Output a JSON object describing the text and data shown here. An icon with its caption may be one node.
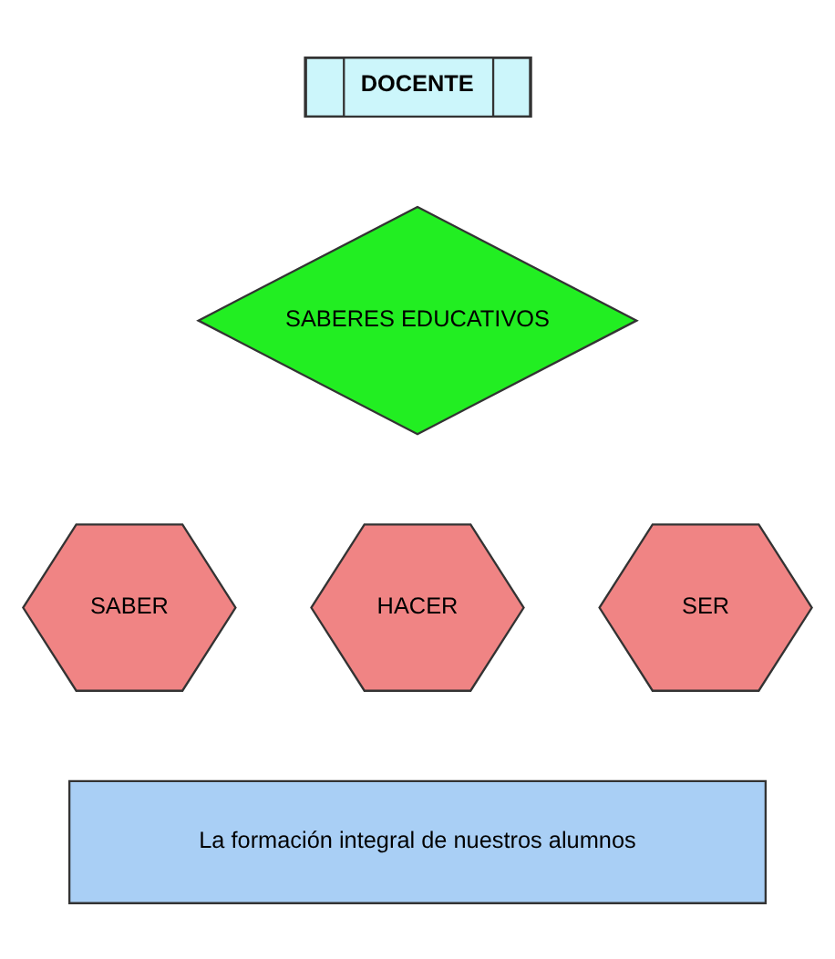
{
  "diagram": {
    "nodes": [
      {
        "text": [
          "DOCENTE"
        ]
      },
      {
        "text": [
          "SABERES EDUCATIVOS"
        ]
      },
      {
        "text": [
          "SABER"
        ]
      },
      {
        "text": [
          "HACER"
        ]
      },
      {
        "text": [
          "SER"
        ]
      },
      {
        "text": [
          "La formación integral de nuestros alumnos"
        ]
      }
    ]
  }
}
